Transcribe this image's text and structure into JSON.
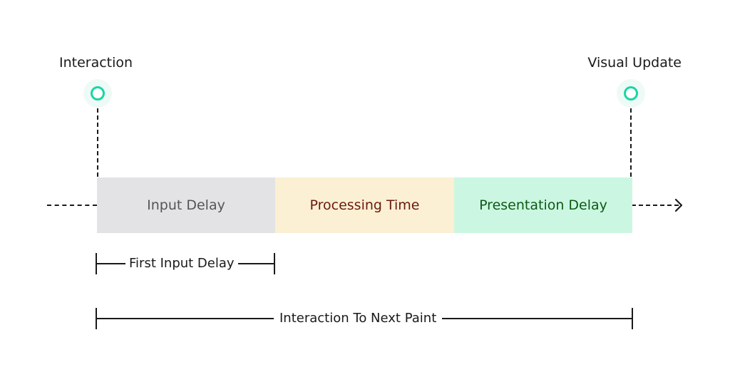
{
  "start": {
    "label": "Interaction"
  },
  "end": {
    "label": "Visual Update"
  },
  "phases": [
    {
      "label": "Input Delay",
      "bg": "#e3e3e6",
      "color": "#555555"
    },
    {
      "label": "Processing Time",
      "bg": "#fbf0d3",
      "color": "#6b1a0f"
    },
    {
      "label": "Presentation Delay",
      "bg": "#cbf7e2",
      "color": "#0e5a14"
    }
  ],
  "spans": {
    "first_input_delay": "First Input Delay",
    "interaction_to_next_paint": "Interaction To Next Paint"
  },
  "colors": {
    "marker": "#19d6a4",
    "line": "#1a1a1a"
  }
}
